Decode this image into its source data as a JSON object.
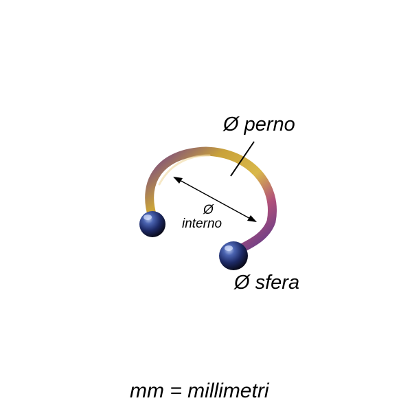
{
  "labels": {
    "pin_diameter": "Ø perno",
    "inner_symbol": "Ø",
    "inner_text": "interno",
    "ball_diameter": "Ø sfera"
  },
  "legend": "mm = millimetri",
  "colors": {
    "ring_gold": "#c9a23a",
    "ring_purple": "#7a3f8c",
    "ring_magenta": "#b0507a",
    "ball_blue": "#2a3f8a",
    "ball_dark": "#0d0d1f",
    "text": "#000000",
    "background": "#ffffff"
  }
}
